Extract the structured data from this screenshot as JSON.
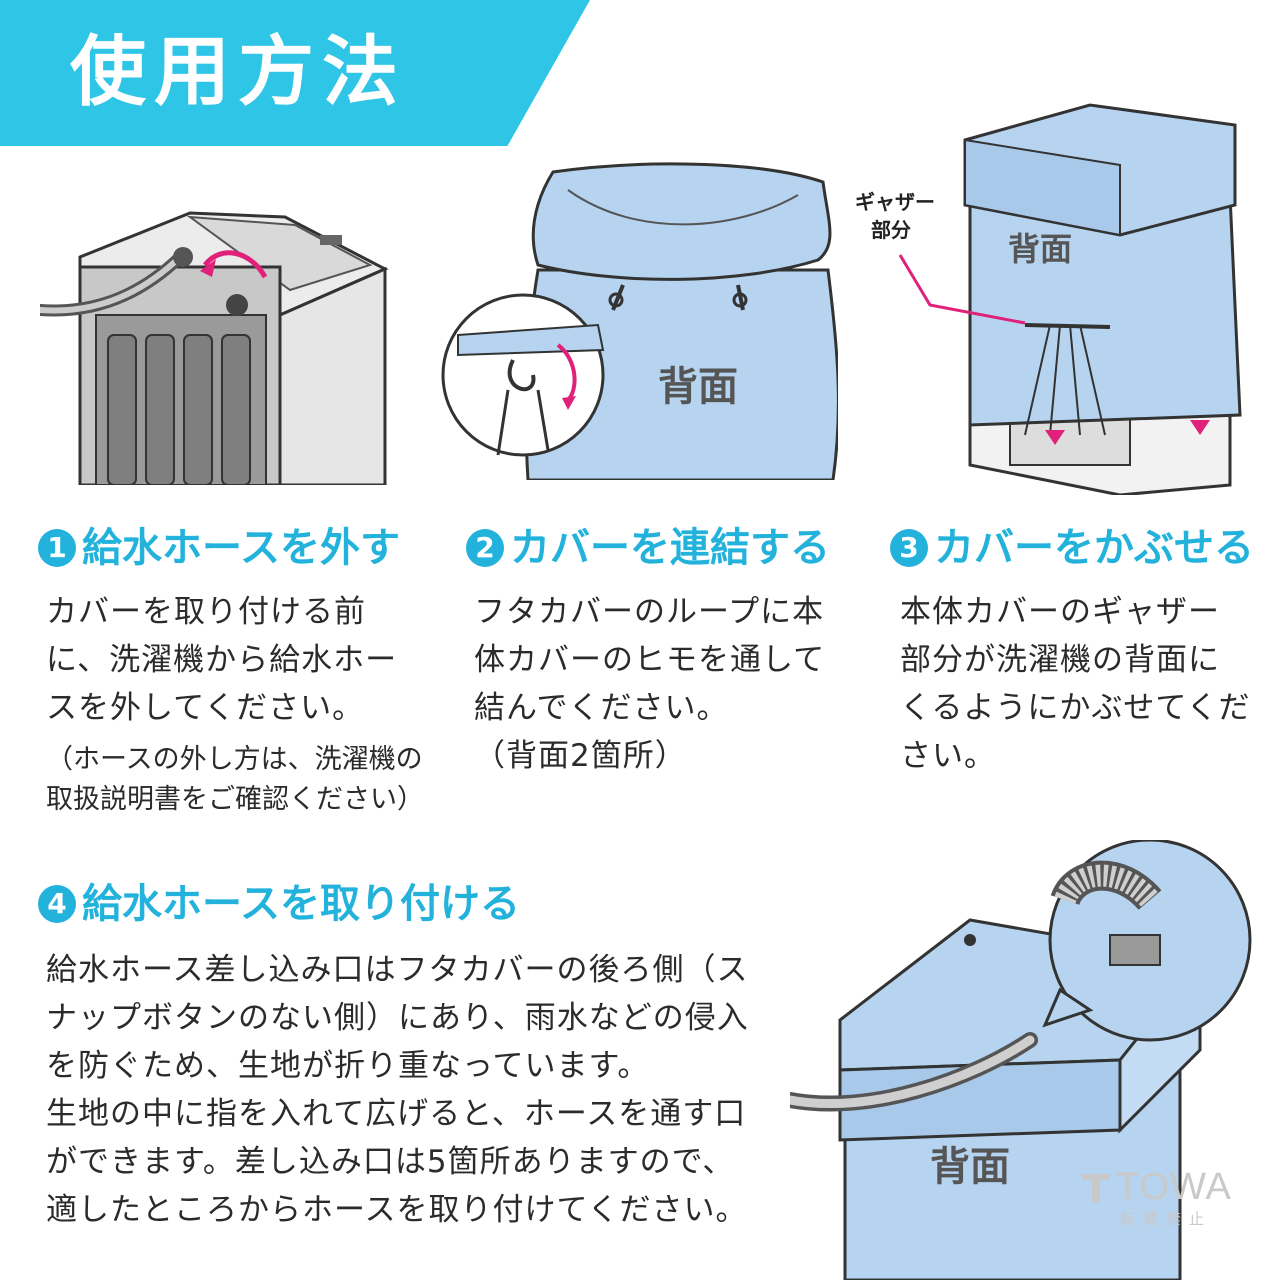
{
  "header": {
    "title": "使用方法"
  },
  "steps": [
    {
      "num": "1",
      "title": "給水ホースを外す",
      "body": [
        "カバーを取り付ける前",
        "に、洗濯機から給水ホー",
        "スを外してください。"
      ],
      "note": [
        "（ホースの外し方は、洗濯機の",
        "取扱説明書をご確認ください）"
      ]
    },
    {
      "num": "2",
      "title": "カバーを連結する",
      "body": [
        "フタカバーのループに本",
        "体カバーのヒモを通して",
        "結んでください。",
        "（背面2箇所）"
      ],
      "illus_label": "背面"
    },
    {
      "num": "3",
      "title": "カバーをかぶせる",
      "body": [
        "本体カバーのギャザー",
        "部分が洗濯機の背面に",
        "くるようにかぶせてくだ",
        "さい。"
      ],
      "illus_label": "背面",
      "callout": [
        "ギャザー",
        "部分"
      ]
    },
    {
      "num": "4",
      "title": "給水ホースを取り付ける",
      "body": [
        "給水ホース差し込み口はフタカバーの後ろ側（ス",
        "ナップボタンのない側）にあり、雨水などの侵入",
        "を防ぐため、生地が折り重なっています。",
        "生地の中に指を入れて広げると、ホースを通す口",
        "ができます。差し込み口は5箇所ありますので、",
        "適したところからホースを取り付けてください。"
      ],
      "illus_label": "背面"
    }
  ],
  "logo": {
    "name": "TOWA",
    "sub": "転載禁止"
  },
  "colors": {
    "banner": "#2ec5e6",
    "accent": "#22b2dc",
    "cover": "#b6d3ef",
    "callout_line": "#e0217a"
  },
  "icons": [
    "washing-machine-illustration",
    "cover-link-illustration",
    "cover-on-illustration",
    "hose-attach-illustration",
    "towa-logo-icon"
  ]
}
